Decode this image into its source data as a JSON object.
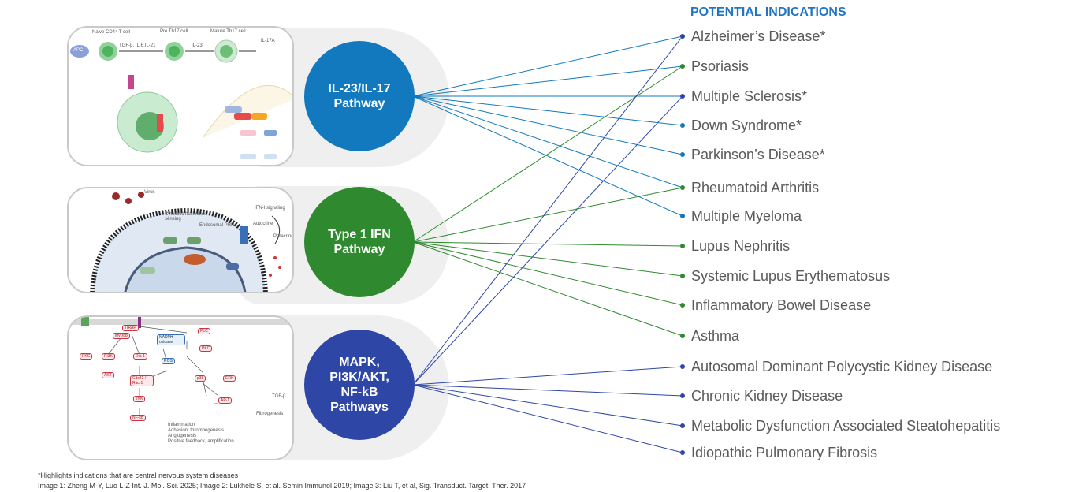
{
  "heading": "POTENTIAL INDICATIONS",
  "pathways": [
    {
      "id": "il23",
      "label": "IL-23/IL-17\nPathway",
      "color": "#1279bf"
    },
    {
      "id": "ifn",
      "label": "Type 1 IFN\nPathway",
      "color": "#2f8a2f"
    },
    {
      "id": "mapk",
      "label": "MAPK,\nPI3K/AKT,\nNF-kB\nPathways",
      "color": "#2e47a6"
    }
  ],
  "indications": [
    "Alzheimer’s Disease*",
    "Psoriasis",
    "Multiple Sclerosis*",
    "Down Syndrome*",
    "Parkinson’s Disease*",
    "Rheumatoid Arthritis",
    "Multiple Myeloma",
    "Lupus Nephritis",
    "Systemic Lupus Erythematosus",
    "Inflammatory Bowel Disease",
    "Asthma",
    "Autosomal Dominant Polycystic Kidney Disease",
    "Chronic Kidney Disease",
    "Metabolic Dysfunction Associated Steatohepatitis",
    "Idiopathic Pulmonary Fibrosis"
  ],
  "connections": {
    "il23": [
      0,
      1,
      2,
      3,
      4,
      5,
      6
    ],
    "ifn": [
      1,
      5,
      7,
      8,
      9,
      10
    ],
    "mapk": [
      0,
      2,
      11,
      12,
      13,
      14
    ]
  },
  "dot_colors": [
    "#2e47a6",
    "#2f8a2f",
    "#2e47a6",
    "#1279bf",
    "#1279bf",
    "#2f8a2f",
    "#1279bf",
    "#2f8a2f",
    "#2f8a2f",
    "#2f8a2f",
    "#2f8a2f",
    "#2e47a6",
    "#2e47a6",
    "#2e47a6",
    "#2e47a6"
  ],
  "footnotes": {
    "line1": "*Highlights indications that are central nervous system diseases",
    "line2": "Image 1: Zheng M-Y, Luo L-Z Int. J. Mol. Sci. 2025; Image 2: Lukhele S, et al. Semin Immunol 2019; Image 3: Liu T, et al, Sig. Transduct. Target. Ther. 2017"
  },
  "image1_labels": {
    "naive": "Naive CD4⁺ T cell",
    "pre": "Pre Th17 cell",
    "mature": "Mature Th17 cell",
    "cytokines": "TGF-β, IL-6,IL-21",
    "il23": "IL-23",
    "il17a": "IL-17A",
    "apc": "APC"
  },
  "image2_labels": {
    "virus": "Virus",
    "cytosolic": "Cytosolic nucleotide sensing",
    "endosomal": "Endosomal PRRs",
    "ifn_signaling": "IFN-I signaling",
    "autocrine": "Autocrine",
    "paracrine": "Paracrine"
  },
  "image3_labels": {
    "tirap": "TIRAP",
    "myd88": "MyD88",
    "plc": "PLC",
    "nadph": "NADPH oxidase",
    "pkc": "PKC",
    "pkc2": "PKC",
    "pi3k": "PI3K",
    "dia1": "Dia-1",
    "ros": "ROS",
    "akt": "AKT",
    "cdc42": "Cdc42 / Rac-1",
    "p38": "p38",
    "erk": "ERK",
    "jnk": "JNK",
    "ap1": "AP-1",
    "nfkb": "NF-kB",
    "tgfb": "TGF-β",
    "fibro": "Fibrogenesis",
    "outcomes": "Inflammation\nAdhesion, thrombogenesis\nAngiogenesis\nPositive feedback, amplification"
  }
}
